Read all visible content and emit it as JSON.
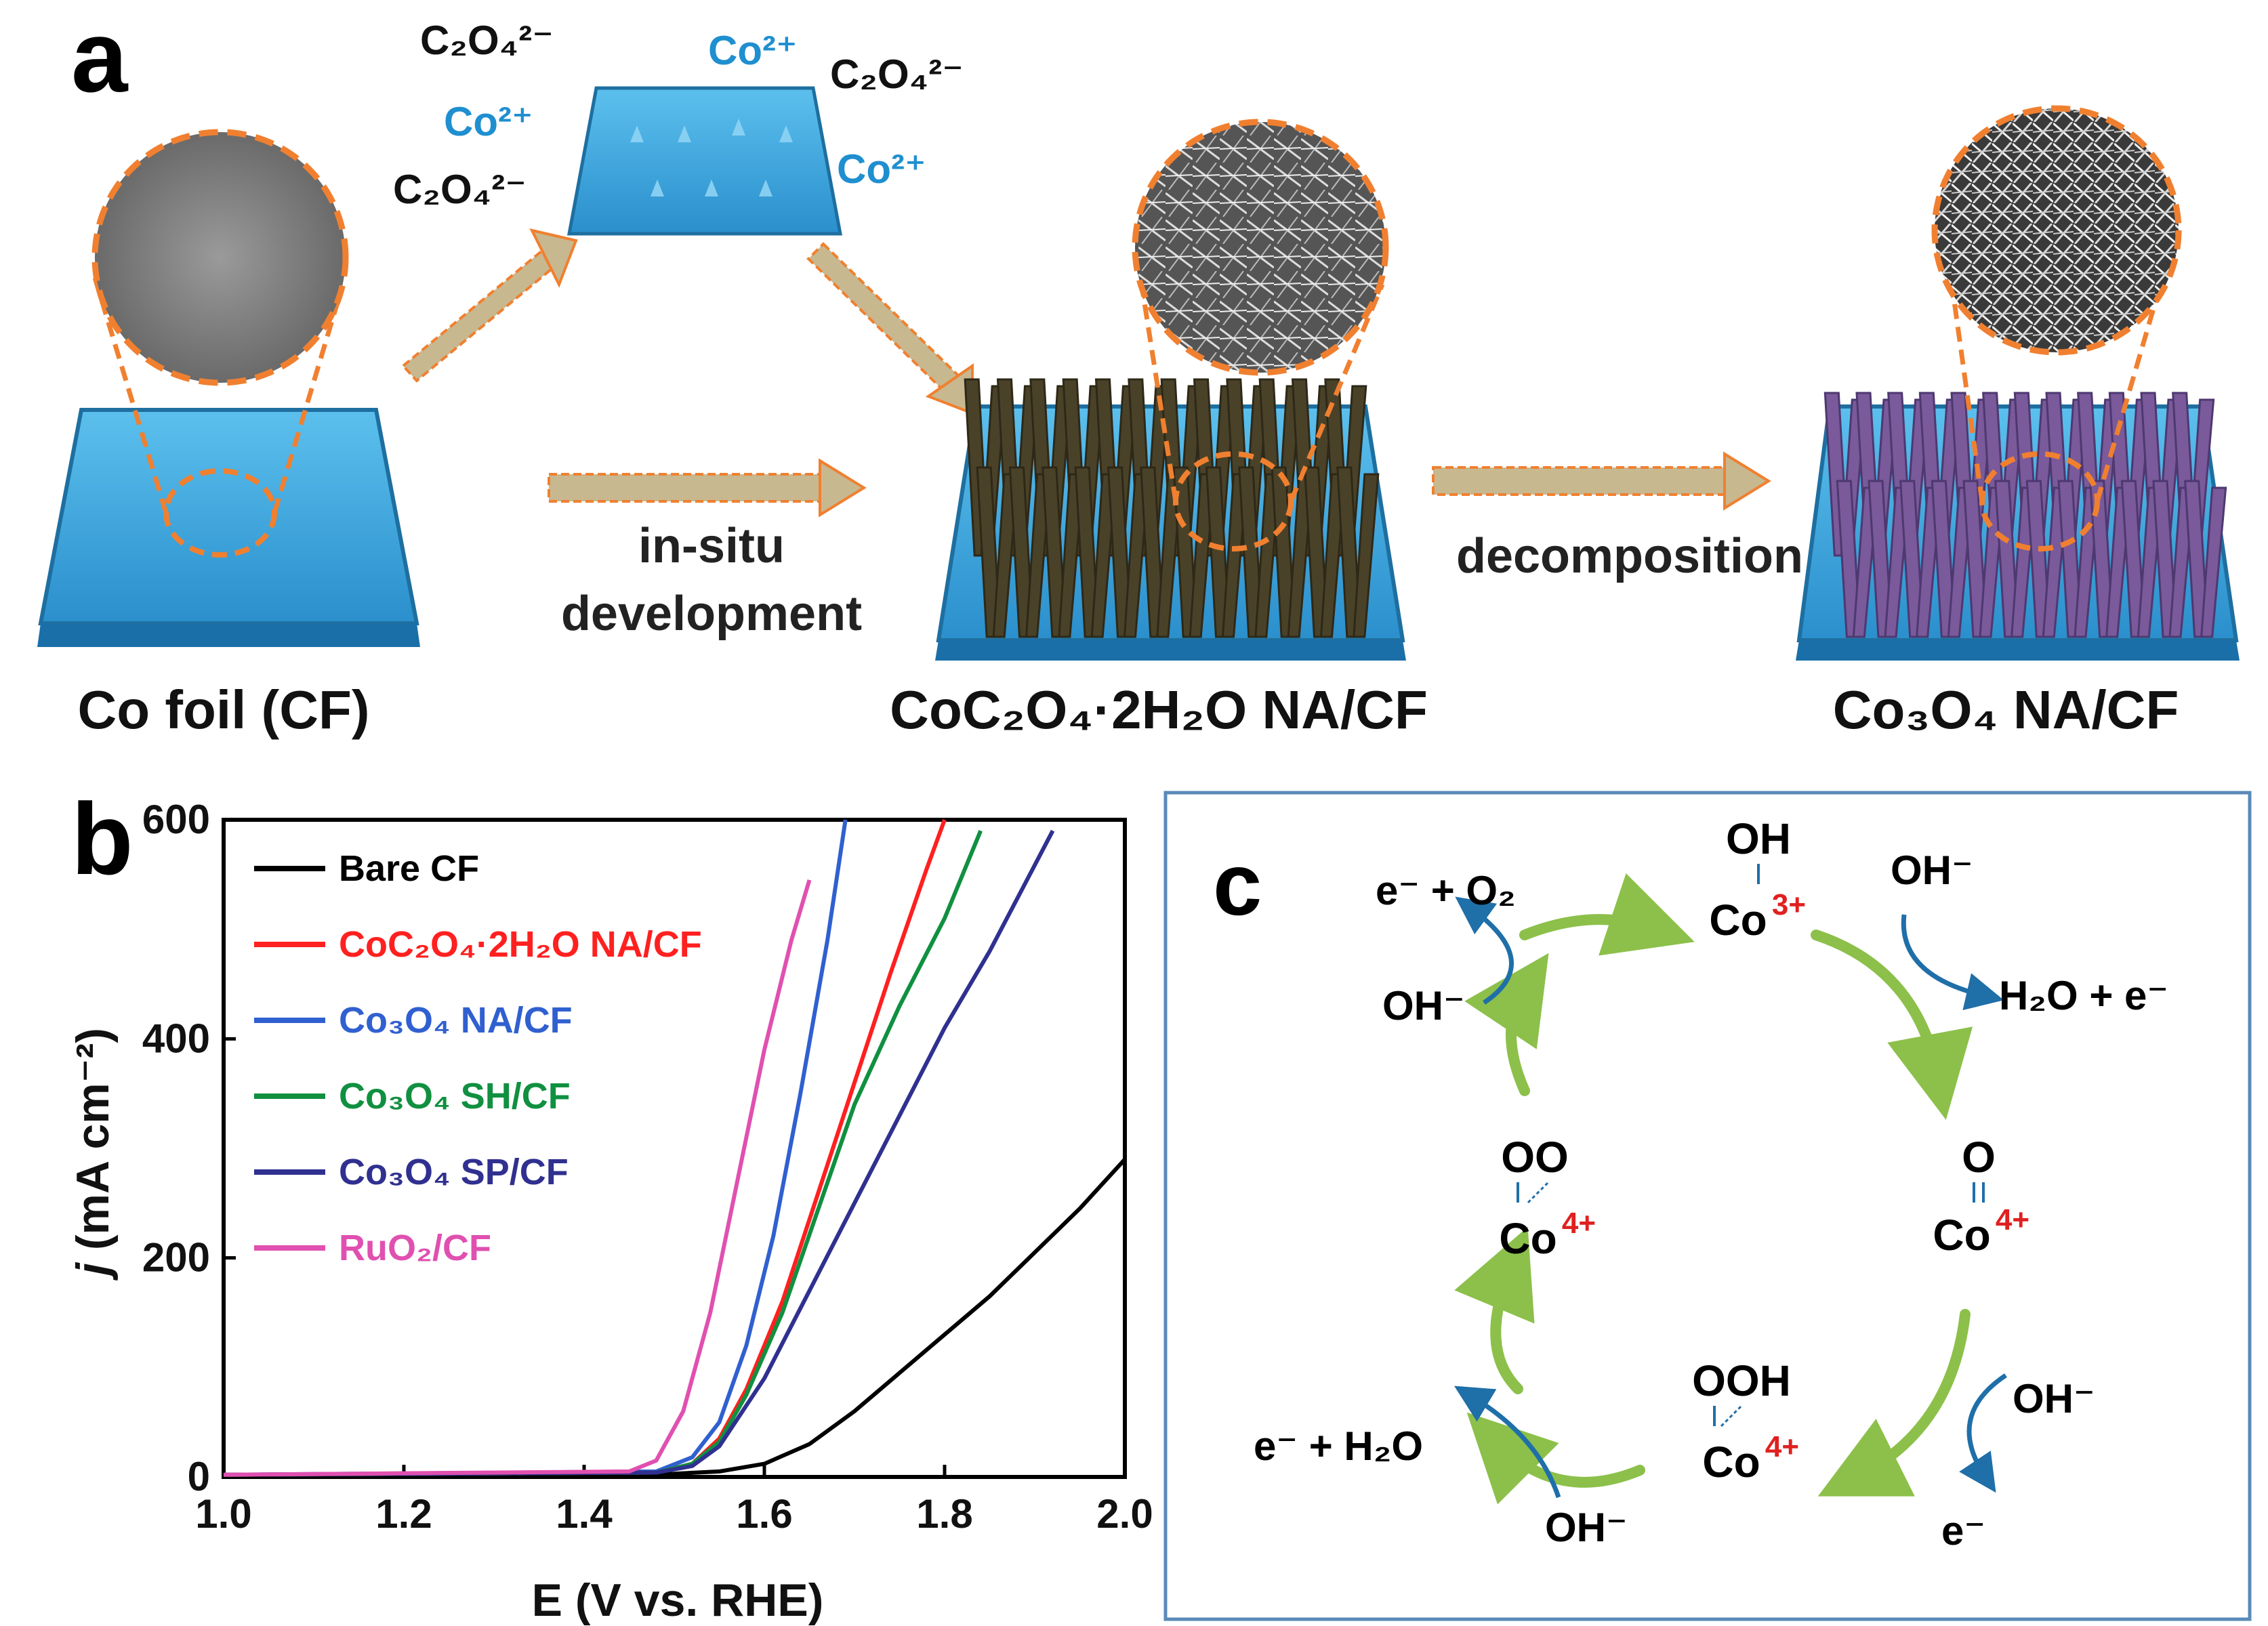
{
  "panel_a": {
    "label": "a",
    "ions": {
      "oxalate": "C₂O₄²⁻",
      "cobalt": "Co²⁺"
    },
    "step1_text_line1": "in-situ",
    "step1_text_line2": "development",
    "step2_text": "decomposition",
    "stage1_label": "Co foil (CF)",
    "stage2_label": "CoC₂O₄·2H₂O NA/CF",
    "stage3_label": "Co₃O₄ NA/CF",
    "colors": {
      "substrate": "#3aa6dc",
      "dashed": "#f08030",
      "arrow": "#c8b890",
      "oxalate_rods": "#4a4228",
      "oxide_rods": "#7a5a9a",
      "co_ion": "#1f8fd0"
    }
  },
  "panel_b": {
    "label": "b",
    "ylabel_italic": "j",
    "ylabel_rest": " (mA cm⁻²)",
    "xlabel": "E (V vs. RHE)",
    "x_ticks": [
      "1.0",
      "1.2",
      "1.4",
      "1.6",
      "1.8",
      "2.0"
    ],
    "y_ticks": [
      "0",
      "200",
      "400",
      "600"
    ],
    "legend": [
      {
        "label": "Bare CF",
        "color": "#000000"
      },
      {
        "label": "CoC₂O₄·2H₂O NA/CF",
        "color": "#ff2020"
      },
      {
        "label": "Co₃O₄ NA/CF",
        "color": "#3060d0"
      },
      {
        "label": "Co₃O₄ SH/CF",
        "color": "#109040"
      },
      {
        "label": "Co₃O₄ SP/CF",
        "color": "#303090"
      },
      {
        "label": "RuO₂/CF",
        "color": "#e050b0"
      }
    ]
  },
  "chart_data": {
    "type": "line",
    "xlabel": "E (V vs. RHE)",
    "ylabel": "j (mA cm⁻²)",
    "xlim": [
      1.0,
      2.0
    ],
    "ylim": [
      0,
      600
    ],
    "legend_position": "top-left",
    "series": [
      {
        "name": "Bare CF",
        "color": "#000000",
        "points": [
          [
            1.0,
            2
          ],
          [
            1.5,
            3
          ],
          [
            1.55,
            5
          ],
          [
            1.6,
            12
          ],
          [
            1.65,
            30
          ],
          [
            1.7,
            60
          ],
          [
            1.75,
            95
          ],
          [
            1.8,
            130
          ],
          [
            1.85,
            165
          ],
          [
            1.9,
            205
          ],
          [
            1.95,
            245
          ],
          [
            2.0,
            290
          ]
        ]
      },
      {
        "name": "CoC₂O₄·2H₂O NA/CF",
        "color": "#ff2020",
        "points": [
          [
            1.0,
            2
          ],
          [
            1.48,
            4
          ],
          [
            1.52,
            12
          ],
          [
            1.55,
            35
          ],
          [
            1.58,
            80
          ],
          [
            1.62,
            160
          ],
          [
            1.66,
            260
          ],
          [
            1.7,
            360
          ],
          [
            1.74,
            460
          ],
          [
            1.78,
            555
          ],
          [
            1.8,
            600
          ]
        ]
      },
      {
        "name": "Co₃O₄ NA/CF",
        "color": "#3060d0",
        "points": [
          [
            1.0,
            2
          ],
          [
            1.48,
            5
          ],
          [
            1.52,
            18
          ],
          [
            1.55,
            50
          ],
          [
            1.58,
            120
          ],
          [
            1.61,
            220
          ],
          [
            1.64,
            350
          ],
          [
            1.67,
            490
          ],
          [
            1.69,
            600
          ]
        ]
      },
      {
        "name": "Co₃O₄ SH/CF",
        "color": "#109040",
        "points": [
          [
            1.0,
            2
          ],
          [
            1.48,
            4
          ],
          [
            1.52,
            12
          ],
          [
            1.55,
            32
          ],
          [
            1.58,
            75
          ],
          [
            1.62,
            150
          ],
          [
            1.66,
            245
          ],
          [
            1.7,
            340
          ],
          [
            1.75,
            430
          ],
          [
            1.8,
            510
          ],
          [
            1.84,
            590
          ]
        ]
      },
      {
        "name": "Co₃O₄ SP/CF",
        "color": "#303090",
        "points": [
          [
            1.0,
            2
          ],
          [
            1.48,
            4
          ],
          [
            1.52,
            10
          ],
          [
            1.55,
            28
          ],
          [
            1.6,
            90
          ],
          [
            1.65,
            170
          ],
          [
            1.7,
            250
          ],
          [
            1.75,
            330
          ],
          [
            1.8,
            410
          ],
          [
            1.85,
            480
          ],
          [
            1.92,
            590
          ]
        ]
      },
      {
        "name": "RuO₂/CF",
        "color": "#e050b0",
        "points": [
          [
            1.0,
            2
          ],
          [
            1.45,
            5
          ],
          [
            1.48,
            15
          ],
          [
            1.51,
            60
          ],
          [
            1.54,
            150
          ],
          [
            1.57,
            270
          ],
          [
            1.6,
            390
          ],
          [
            1.63,
            490
          ],
          [
            1.65,
            545
          ]
        ]
      }
    ]
  },
  "panel_c": {
    "label": "c",
    "co3_oh_top": "OH",
    "co3_center": "Co",
    "co3_charge": "3+",
    "co4_o_top": "O",
    "co4_right_charge": "4+",
    "co4_ooh_top": "OOH",
    "co4_bottom_charge": "4+",
    "co4_oo_top": "OO",
    "co4_left_charge": "4+",
    "co_text": "Co",
    "oh_minus": "OH⁻",
    "e_plus_o2": "e⁻ + O₂",
    "h2o_plus_e": "H₂O + e⁻",
    "e_minus": "e⁻",
    "e_plus_h2o": "e⁻ + H₂O"
  }
}
